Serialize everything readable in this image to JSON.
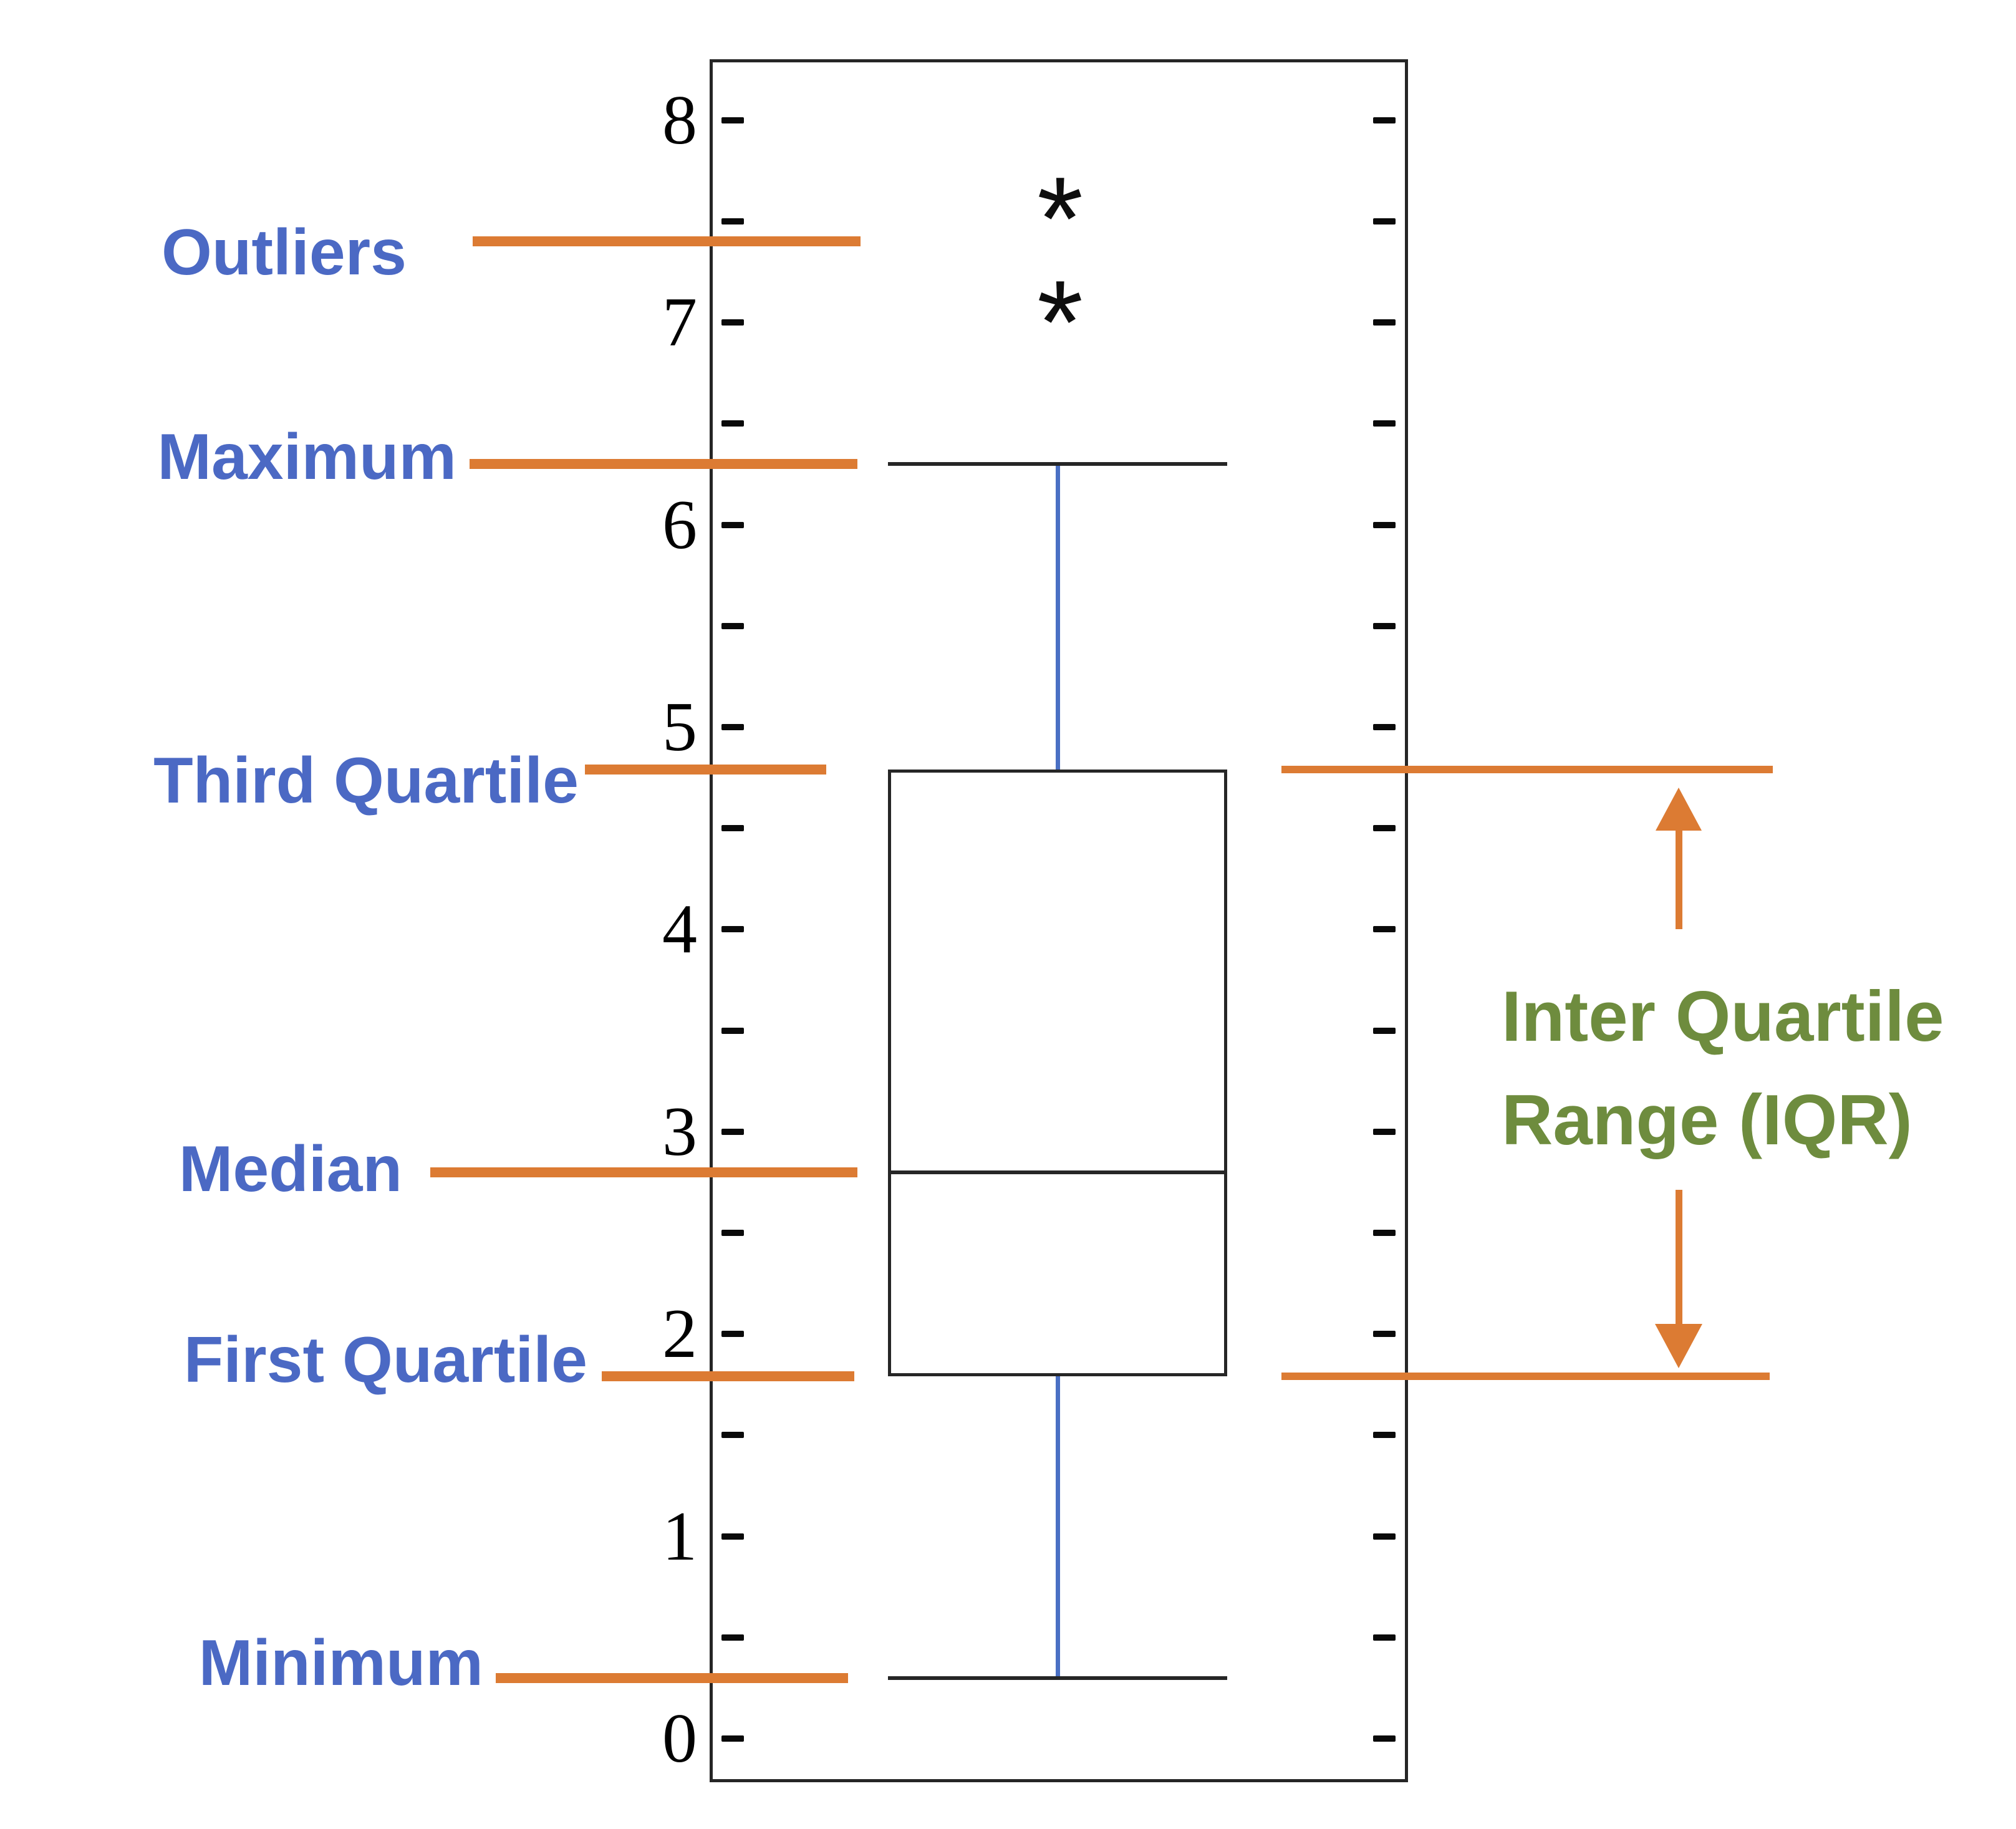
{
  "figure": {
    "description": "Annotated box plot diagram explaining its parts",
    "background": "#ffffff"
  },
  "colors": {
    "label_blue": "#4B69C4",
    "pointer_orange": "#DC7B33",
    "iqr_green": "#6E8C3E",
    "whisker_blue": "#4A70C4",
    "box_border": "#262626",
    "tick_black": "#0A0A0A",
    "number_black": "#000000"
  },
  "axis": {
    "min": 0,
    "max": 8,
    "major_step": 1,
    "minor_step": 0.5,
    "labels": [
      "0",
      "1",
      "2",
      "3",
      "4",
      "5",
      "6",
      "7",
      "8"
    ]
  },
  "chart_data": {
    "type": "boxplot",
    "orientation": "vertical",
    "stats": {
      "minimum": 0.3,
      "first_quartile": 1.79,
      "median": 2.8,
      "third_quartile": 4.79,
      "maximum": 6.3
    },
    "outliers": [
      7.62,
      7.11
    ],
    "ylim": [
      0,
      8.3
    ],
    "grid": false,
    "legend": "none",
    "title": ""
  },
  "annotations": {
    "left_labels": [
      {
        "id": "outliers",
        "text": "Outliers",
        "points_to": 7.4
      },
      {
        "id": "maximum",
        "text": "Maximum",
        "points_to": 6.3
      },
      {
        "id": "third_quartile",
        "text": "Third Quartile",
        "points_to": 4.79
      },
      {
        "id": "median",
        "text": "Median",
        "points_to": 2.8
      },
      {
        "id": "first_quartile",
        "text": "First Quartile",
        "points_to": 1.79
      },
      {
        "id": "minimum",
        "text": "Minimum",
        "points_to": 0.3
      }
    ],
    "iqr": {
      "line1": "Inter Quartile",
      "line2": "Range (IQR)",
      "top_value": 4.79,
      "bottom_value": 1.79
    }
  }
}
